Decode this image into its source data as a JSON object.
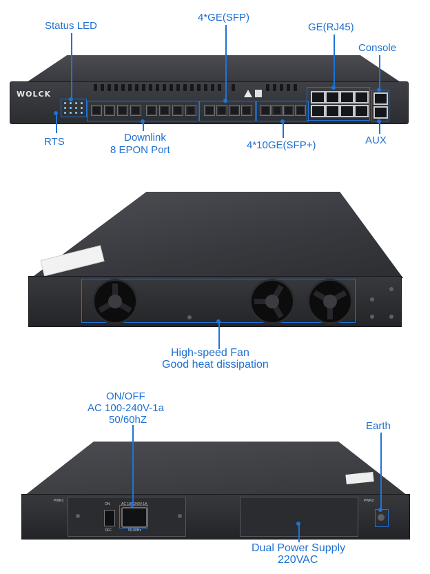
{
  "section_front": {
    "logo": "WOLCK",
    "labels": {
      "status_led": "Status LED",
      "ge_sfp": "4*GE(SFP)",
      "ge_rj45": "GE(RJ45)",
      "console": "Console",
      "rts": "RTS",
      "downlink_line1": "Downlink",
      "downlink_line2": "8 EPON Port",
      "sfp_plus": "4*10GE(SFP+)",
      "aux": "AUX"
    }
  },
  "section_rear_fan": {
    "labels": {
      "line1": "High-speed Fan",
      "line2": "Good heat dissipation"
    }
  },
  "section_rear_power": {
    "labels": {
      "onoff_line1": "ON/OFF",
      "onoff_line2": "AC 100-240V-1a",
      "onoff_line3": "50/60hZ",
      "earth": "Earth",
      "dual_line1": "Dual Power Supply",
      "dual_line2": "220VAC"
    },
    "panel_text": {
      "pwr1": "PWR1",
      "pwr2": "PWR2",
      "on": "ON",
      "off": "OFF",
      "ac": "AC 100-240V-1A",
      "hz": "50-60Hz"
    }
  },
  "colors": {
    "accent": "#1d6fd1",
    "chassis": "#35373c"
  }
}
